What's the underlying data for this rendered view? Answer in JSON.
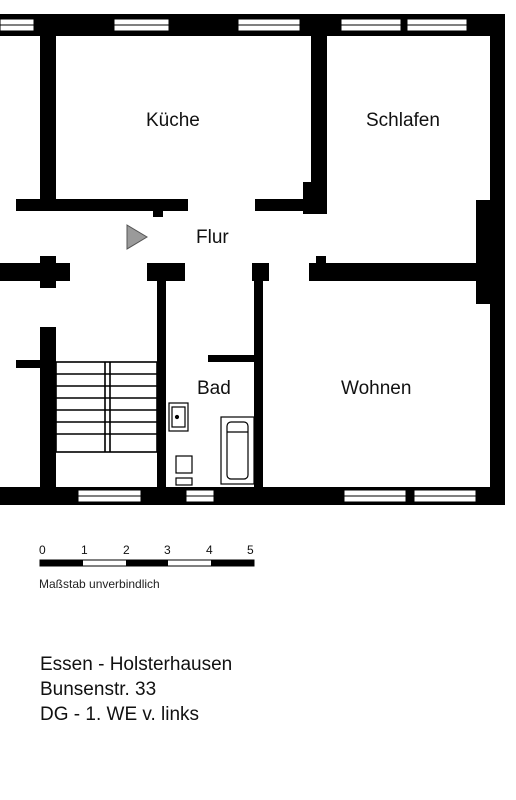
{
  "rooms": {
    "kitchen": "Küche",
    "bedroom": "Schlafen",
    "hallway": "Flur",
    "bath": "Bad",
    "living": "Wohnen"
  },
  "scale": {
    "ticks": [
      "0",
      "1",
      "2",
      "3",
      "4",
      "5"
    ],
    "note": "Maßstab unverbindlich"
  },
  "address": {
    "line1": "Essen - Holsterhausen",
    "line2": "Bunsenstr. 33",
    "line3": "DG - 1. WE v. links"
  },
  "colors": {
    "wall": "#000000",
    "entrance_arrow": "#9a9a9a"
  },
  "icons": {
    "entrance": "triangle-arrow-right"
  }
}
